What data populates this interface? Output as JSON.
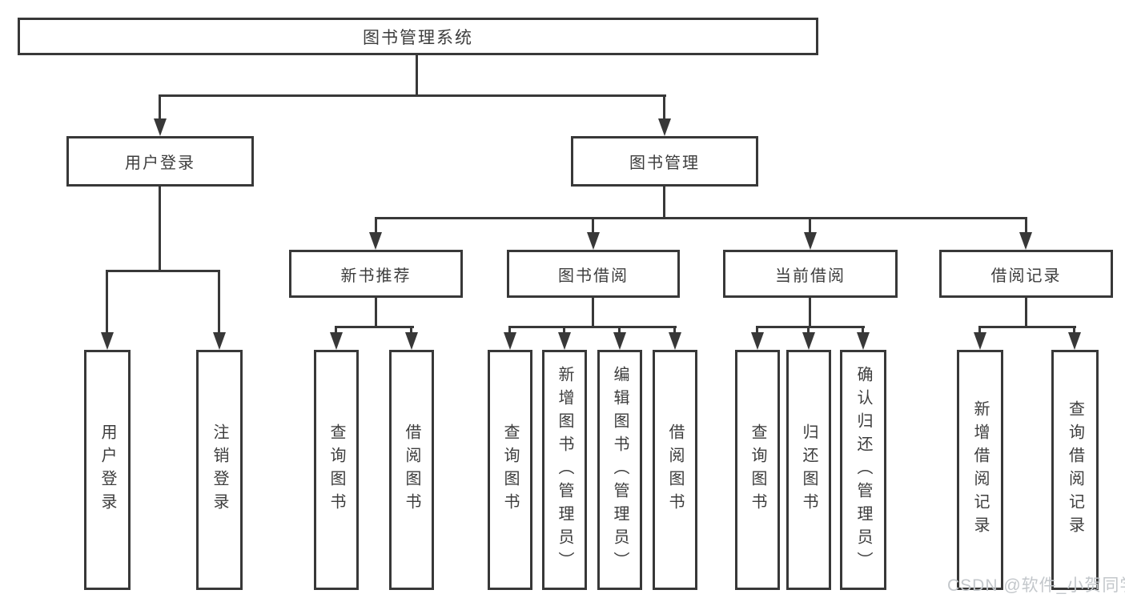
{
  "diagram": {
    "root": {
      "label": "图书管理系统",
      "children": [
        {
          "label": "用户登录",
          "children": [
            {
              "label": "用户登录"
            },
            {
              "label": "注销登录"
            }
          ]
        },
        {
          "label": "图书管理",
          "children": [
            {
              "label": "新书推荐",
              "children": [
                {
                  "label": "查询图书"
                },
                {
                  "label": "借阅图书"
                }
              ]
            },
            {
              "label": "图书借阅",
              "children": [
                {
                  "label": "查询图书"
                },
                {
                  "label": "新增图书（管理员）"
                },
                {
                  "label": "编辑图书（管理员）"
                },
                {
                  "label": "借阅图书"
                }
              ]
            },
            {
              "label": "当前借阅",
              "children": [
                {
                  "label": "查询图书"
                },
                {
                  "label": "归还图书"
                },
                {
                  "label": "确认归还（管理员）"
                }
              ]
            },
            {
              "label": "借阅记录",
              "children": [
                {
                  "label": "新增借阅记录"
                },
                {
                  "label": "查询借阅记录"
                }
              ]
            }
          ]
        }
      ]
    }
  },
  "watermark": {
    "text": "CSDN @软件_小贺同学",
    "color": "#c3c7cb"
  },
  "colors": {
    "line": "#383838",
    "text": "#3d3d3d",
    "background": "#ffffff"
  }
}
